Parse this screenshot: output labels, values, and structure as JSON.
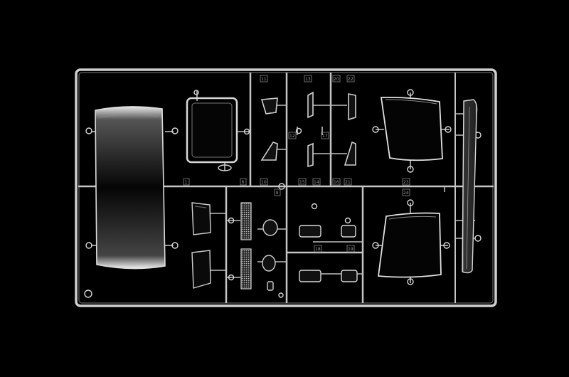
{
  "scene": {
    "background_color": "#000000",
    "plastic_color": "#c8c8c8",
    "highlight_color": "#f2f2f2",
    "shadow_color": "#5a5a5a"
  },
  "part_numbers": {
    "n1": "1",
    "n6": "6",
    "n9": "9",
    "n10": "10",
    "n11": "11",
    "n12": "12",
    "n13": "13",
    "n14": "14",
    "n15": "15",
    "n16": "16",
    "n17": "17",
    "n18": "18",
    "n19": "19",
    "n20": "20",
    "n21": "21",
    "n22": "22",
    "n23": "23",
    "n24": "24"
  }
}
